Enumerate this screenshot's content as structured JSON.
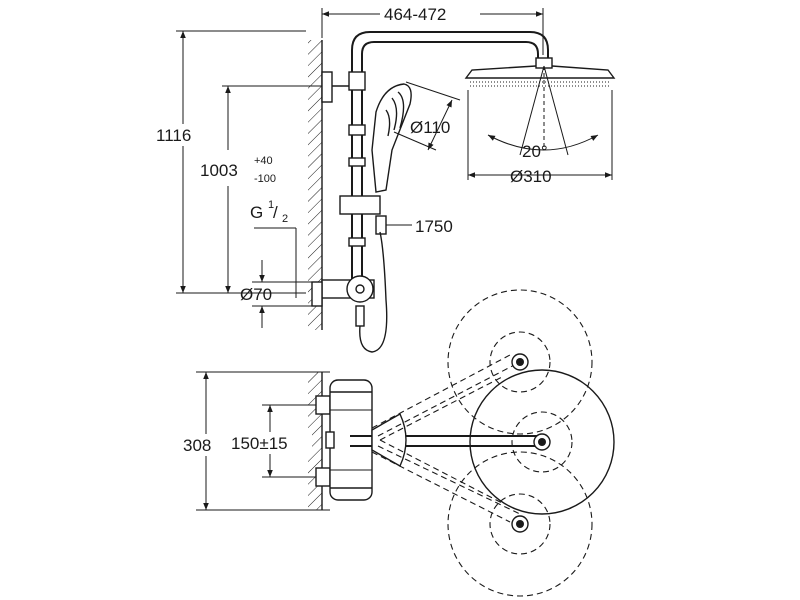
{
  "dimensions": {
    "arm_reach": "464-472",
    "total_height": "1116",
    "height_main": "1003",
    "height_tol_plus": "+40",
    "height_tol_minus": "-100",
    "hand_shower_dia": "Ø110",
    "head_shower_dia": "Ø310",
    "spray_angle": "20°",
    "thread_prefix": "G",
    "thread_num": "1",
    "thread_den": "2",
    "rail_height": "1750",
    "escutcheon_dia": "Ø70",
    "mixer_height": "308",
    "inlet_spacing": "150±15"
  }
}
